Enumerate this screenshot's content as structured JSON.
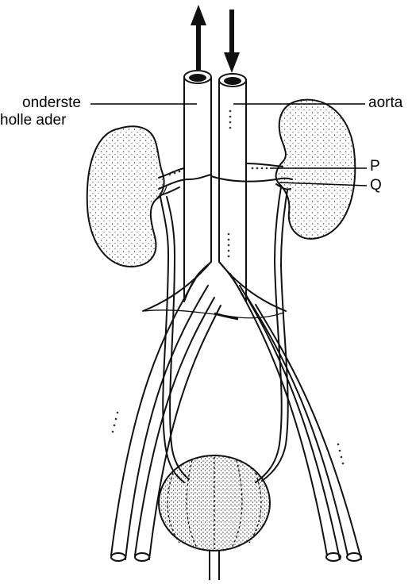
{
  "labels": {
    "inferior_vena_cava_line1": "onderste",
    "inferior_vena_cava_line2": "holle ader",
    "aorta": "aorta",
    "p": "P",
    "q": "Q"
  },
  "colors": {
    "ink": "#111111",
    "stipple": "#444444",
    "background": "#ffffff"
  }
}
